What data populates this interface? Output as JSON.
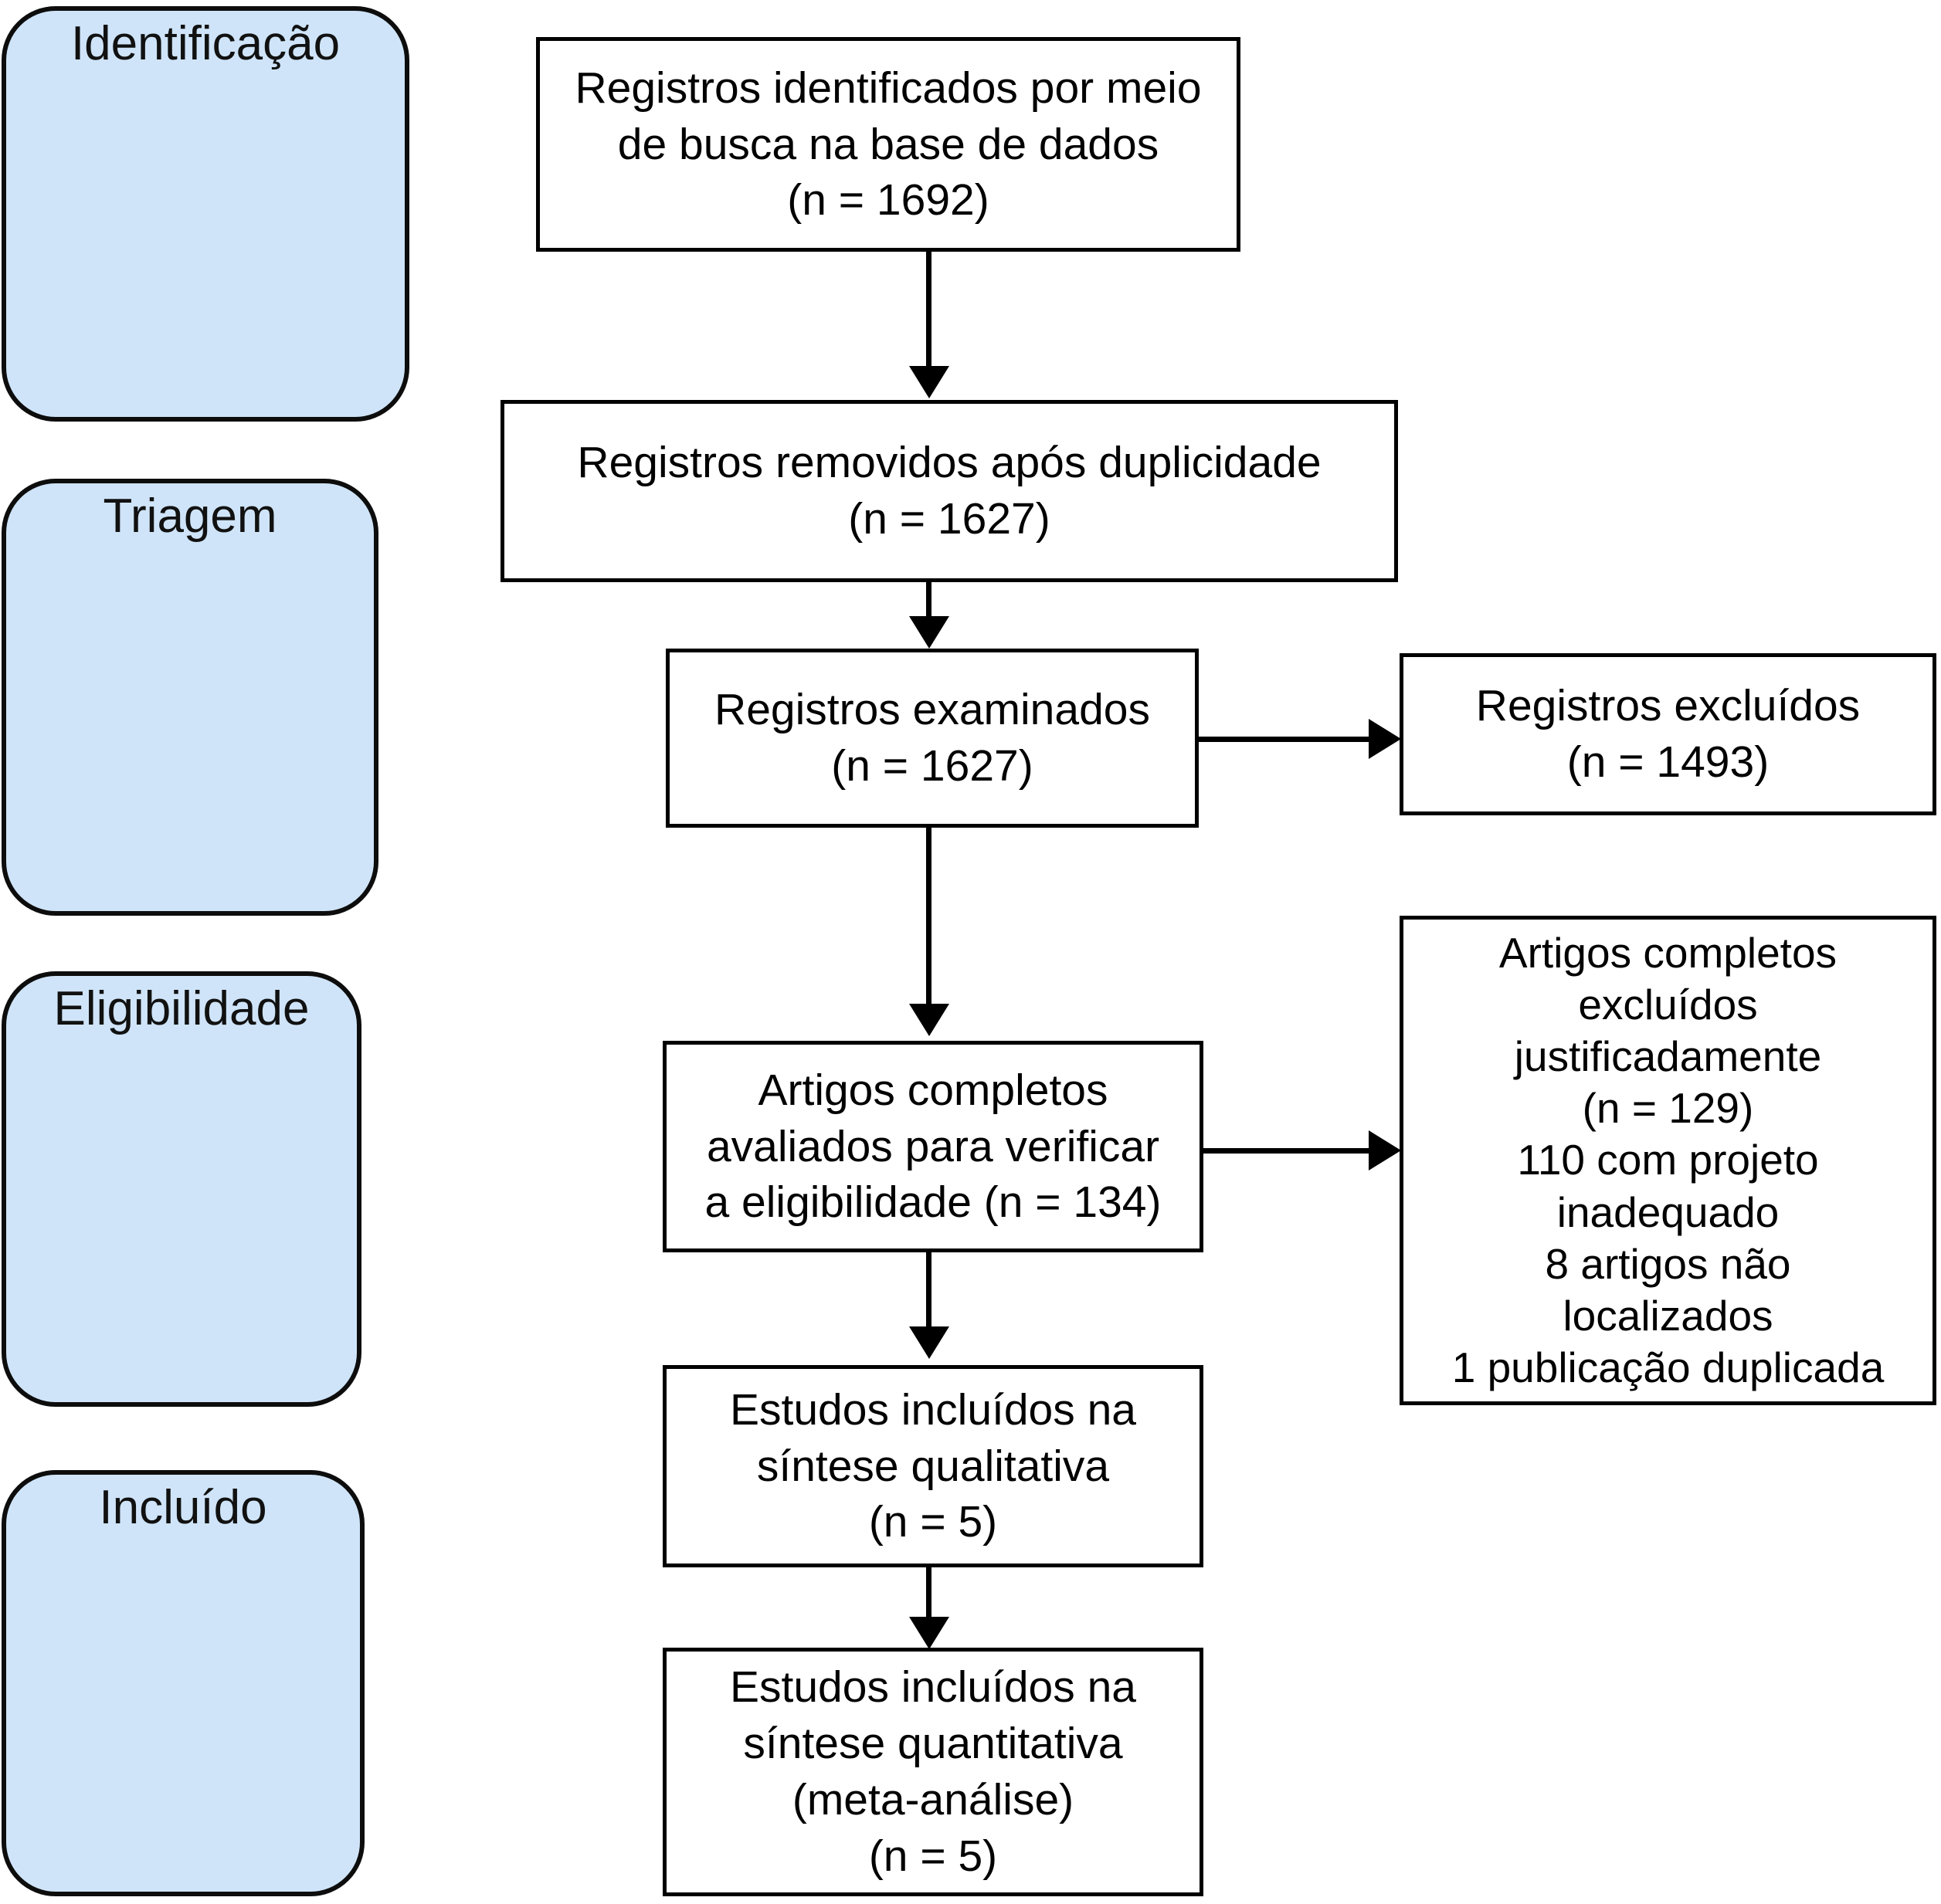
{
  "diagram": {
    "type": "prisma-flow-diagram",
    "language": "pt-BR",
    "colors": {
      "stage_fill": "#cfe4f8",
      "stage_border": "#0d0d0d",
      "box_fill": "#ffffff",
      "box_border": "#000000",
      "text": "#000000"
    }
  },
  "stages": [
    {
      "label": "Identificação"
    },
    {
      "label": "Triagem"
    },
    {
      "label": "Eligibilidade"
    },
    {
      "label": "Incluído"
    }
  ],
  "boxes": {
    "identified": {
      "text": "Registros identificados por meio\nde busca na base de dados\n(n = 1692)",
      "n": 1692
    },
    "duplicates_removed": {
      "text": "Registros removidos após duplicidade\n(n = 1627)",
      "n": 1627
    },
    "screened": {
      "text": "Registros examinados\n(n = 1627)",
      "n": 1627
    },
    "records_excluded": {
      "text": "Registros excluídos\n(n = 1493)",
      "n": 1493
    },
    "eligibility_assessed": {
      "text": "Artigos completos\navaliados para verificar\na eligibilidade (n = 134)",
      "n": 134
    },
    "fulltext_excluded": {
      "text": "Artigos completos\nexcluídos\njustificadamente\n(n = 129)\n110 com projeto\ninadequado\n8 artigos não\nlocalizados\n1 publicação duplicada",
      "n": 129,
      "reasons": [
        {
          "count": 110,
          "reason": "com projeto inadequado"
        },
        {
          "count": 8,
          "reason": "artigos não localizados"
        },
        {
          "count": 1,
          "reason": "publicação duplicada"
        }
      ]
    },
    "qualitative_synthesis": {
      "text": "Estudos incluídos na\nsíntese qualitativa\n(n = 5)",
      "n": 5
    },
    "quantitative_synthesis": {
      "text": "Estudos incluídos na\nsíntese quantitativa\n(meta-análise)\n(n = 5)",
      "n": 5
    }
  }
}
